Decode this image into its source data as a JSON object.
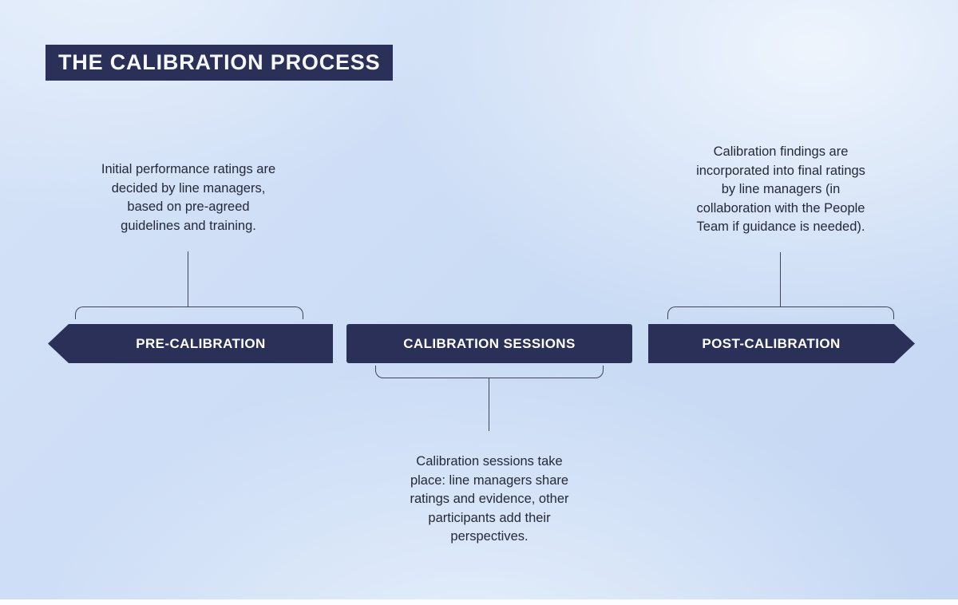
{
  "title": "THE CALIBRATION PROCESS",
  "colors": {
    "navy": "#2a3058",
    "ink": "#242938",
    "line": "#3f4557",
    "label_text": "#ffffff",
    "background_blue": "#cddef6"
  },
  "stages": [
    {
      "label": "PRE-CALIBRATION",
      "note_position": "above",
      "note": "Initial performance ratings are\ndecided by line managers,\nbased on pre-agreed\nguidelines and training."
    },
    {
      "label": "CALIBRATION SESSIONS",
      "note_position": "below",
      "note": "Calibration sessions take\nplace: line managers share\nratings and evidence, other\nparticipants add their\nperspectives."
    },
    {
      "label": "POST-CALIBRATION",
      "note_position": "above",
      "note": "Calibration findings are\nincorporated into final ratings\nby line managers (in\ncollaboration with the People\nTeam if guidance is needed)."
    }
  ]
}
